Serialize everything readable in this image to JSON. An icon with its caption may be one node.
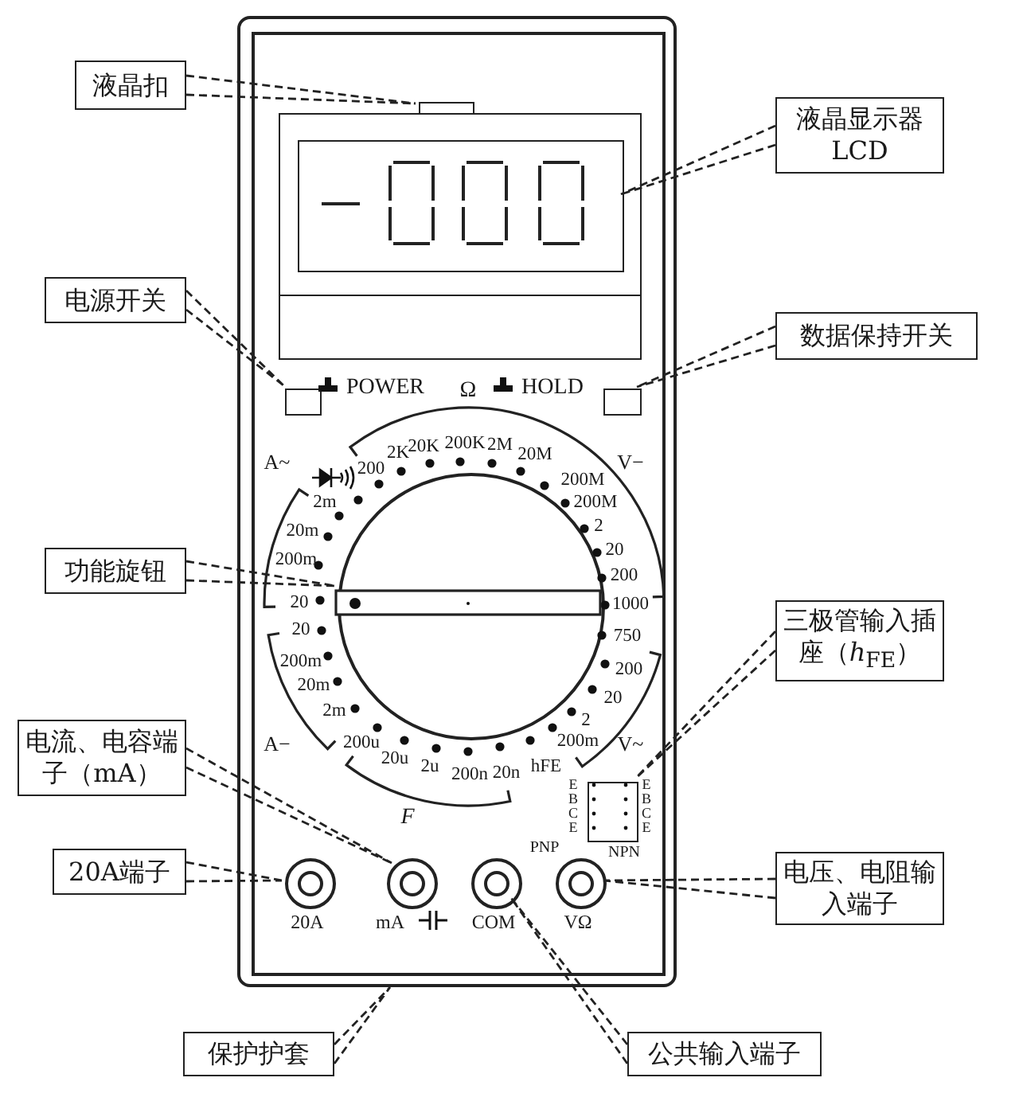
{
  "diagram": {
    "nodes": [
      {
        "text": [],
        "shape": "box"
      },
      {
        "text": [],
        "shape": "box",
        "in": 0
      },
      {
        "text": [],
        "shape": "box",
        "in": 0
      },
      {
        "text": [],
        "shape": "box",
        "in": 0
      },
      {
        "text": [],
        "shape": "box",
        "in": 0
      },
      {
        "text": [],
        "shape": "circle",
        "in": 0
      },
      {
        "text": [],
        "shape": "box",
        "in": 0
      },
      {
        "text": [],
        "shape": "circle",
        "in": 0,
        "beside": [
          "20A"
        ]
      },
      {
        "text": [],
        "shape": "circle",
        "in": 0,
        "beside": [
          "mA"
        ]
      },
      {
        "text": [],
        "shape": "circle",
        "in": 0,
        "beside": [
          "COM"
        ]
      },
      {
        "text": [],
        "shape": "circle",
        "in": 0,
        "beside": [
          "VΩ"
        ]
      },
      {
        "text": [
          "液晶扣"
        ]
      },
      {
        "text": [
          "液晶显示器 LCD"
        ]
      },
      {
        "text": [
          "电源开关"
        ]
      },
      {
        "text": [
          "数据保持开关"
        ]
      },
      {
        "text": [
          "功能旋钮"
        ]
      },
      {
        "text": [
          "三极管输入插座（*h*$_{FE}$）"
        ]
      },
      {
        "text": [
          "电流、电容端子（mA）"
        ]
      },
      {
        "text": [
          "20A端子"
        ]
      },
      {
        "text": [
          "电压、电阻输入端子"
        ]
      },
      {
        "text": [
          "保护护套"
        ]
      },
      {
        "text": [
          "公共输入端子"
        ]
      }
    ],
    "edges": [
      {
        "from": 11,
        "to": 1,
        "arrow": "none",
        "style": "dashed"
      },
      {
        "from": 12,
        "to": 2,
        "arrow": "none",
        "style": "dashed"
      },
      {
        "from": 13,
        "to": 3,
        "arrow": "none",
        "style": "dashed"
      },
      {
        "from": 14,
        "to": 4,
        "arrow": "none",
        "style": "dashed"
      },
      {
        "from": 15,
        "to": 5,
        "arrow": "none",
        "style": "dashed"
      },
      {
        "from": 16,
        "to": 6,
        "arrow": "none",
        "style": "dashed"
      },
      {
        "from": 17,
        "to": 8,
        "arrow": "none",
        "style": "dashed"
      },
      {
        "from": 18,
        "to": 7,
        "arrow": "none",
        "style": "dashed"
      },
      {
        "from": 19,
        "to": 10,
        "arrow": "none",
        "style": "dashed"
      },
      {
        "from": 20,
        "to": 0,
        "arrow": "none",
        "style": "dashed"
      },
      {
        "from": 21,
        "to": 9,
        "arrow": "none",
        "style": "dashed"
      }
    ],
    "labels": [
      "POWER",
      "Ω",
      "HOLD",
      "2K",
      "20K",
      "200K",
      "2M",
      "20M",
      "A~",
      "200",
      "V−",
      "200M",
      "2m",
      "200M",
      "20m",
      "2",
      "20",
      "200m",
      "200",
      "20",
      "1000",
      "20",
      "750",
      "200m",
      "200",
      "20m",
      "20",
      "2m",
      "2",
      "A−",
      "200u",
      "200m",
      "V~",
      "20u",
      "2u",
      "200n",
      "20n",
      "hFE",
      "E",
      "E",
      "B",
      "B",
      "F",
      "C",
      "C",
      "E",
      "E",
      "PNP",
      "NPN"
    ]
  }
}
